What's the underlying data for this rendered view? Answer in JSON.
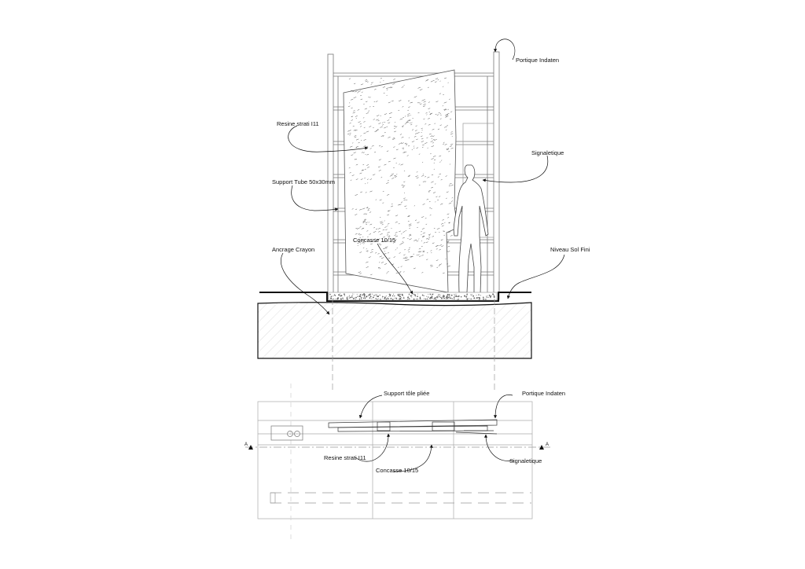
{
  "elevation": {
    "labels": {
      "portique": "Portique Indaten",
      "resine": "Resine strati I11",
      "signaletique": "Signaletique",
      "support_tube": "Support Tube 50x30mm",
      "concasse": "Concasse 10/15",
      "ancrage": "Ancrage Crayon",
      "niveau_sol": "Niveau Sol Fini"
    }
  },
  "plan": {
    "labels": {
      "support_tole": "Support tôle pliée",
      "portique": "Portique Indaten",
      "resine": "Resine strati I11",
      "concasse": "Concasse 10/15",
      "signaletique": "Signaletique"
    },
    "section_marks": {
      "left": "A",
      "right": "A"
    }
  },
  "colors": {
    "ink": "#111111",
    "light_line": "#9a9a9a",
    "hatch": "#bdbdbd"
  }
}
